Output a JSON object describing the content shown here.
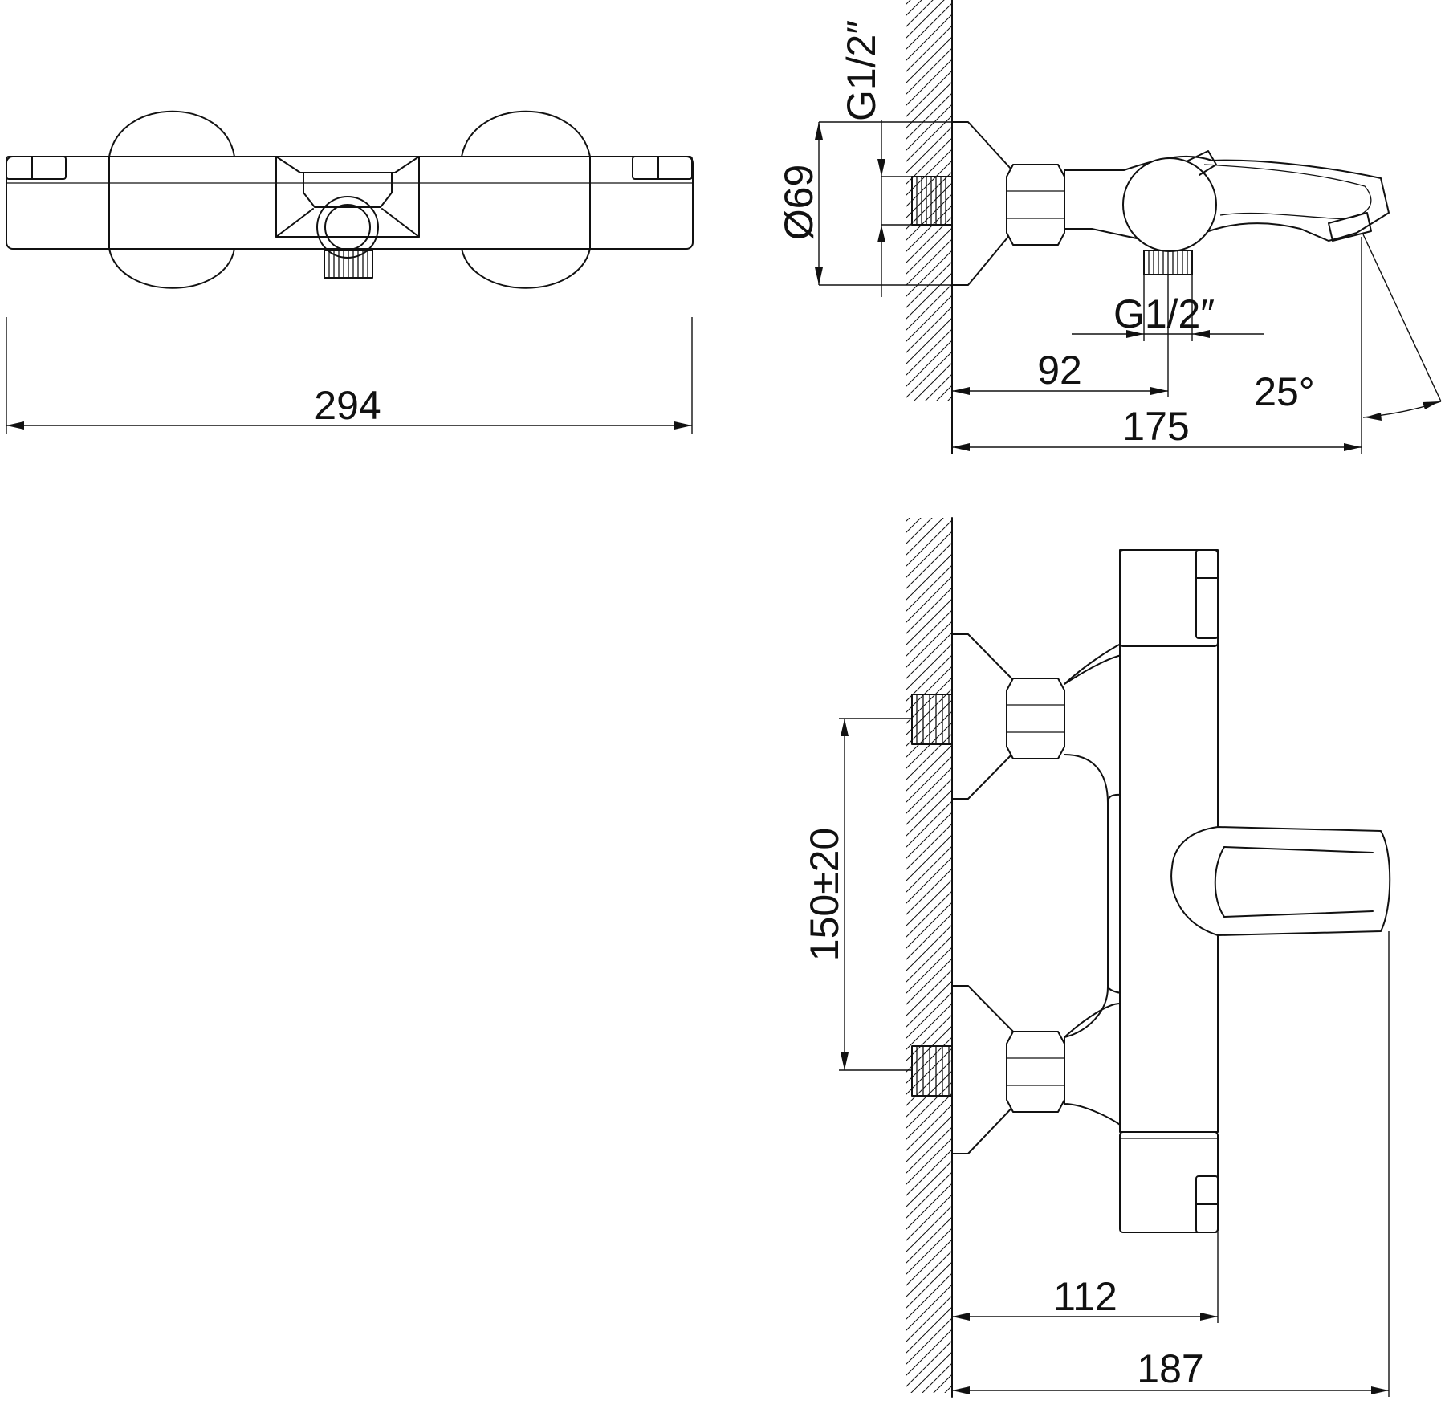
{
  "dimensions": {
    "top_width": "294",
    "thread_wall": "G1/2″",
    "flange_diameter": "Ø69",
    "thread_outlet": "G1/2″",
    "outlet_offset": "92",
    "spout_length": "175",
    "spout_angle": "25°",
    "inlet_spacing": "150±20",
    "body_depth": "112",
    "total_depth": "187"
  },
  "colors": {
    "line": "#111111",
    "background": "#ffffff"
  }
}
